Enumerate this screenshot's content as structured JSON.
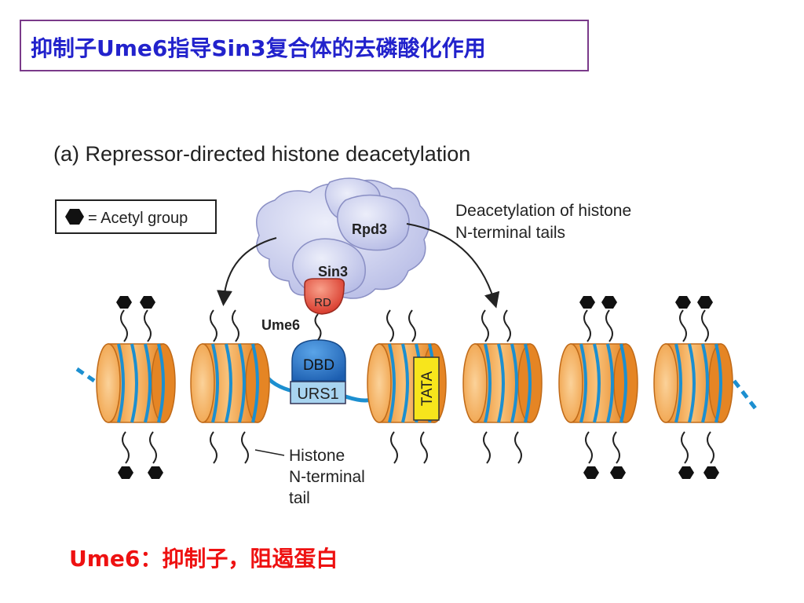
{
  "slide": {
    "title": "抑制子Ume6指导Sin3复合体的去磷酸化作用",
    "caption": "Ume6：抑制子，阻遏蛋白"
  },
  "diagram": {
    "heading": "(a)  Repressor-directed histone deacetylation",
    "legend": "= Acetyl group",
    "rpd3": "Rpd3",
    "sin3": "Sin3",
    "rd": "RD",
    "ume6": "Ume6",
    "dbd": "DBD",
    "urs1": "URS1",
    "tata": "TATA",
    "deacetylation_line1": "Deacetylation of histone",
    "deacetylation_line2": "N-terminal tails",
    "histone_line1": "Histone",
    "histone_line2": "N-terminal",
    "histone_line3": "tail"
  },
  "colors": {
    "title": "#2222cc",
    "caption": "#ee1111",
    "nucleosome": "#f4a84a",
    "dna": "#1c8fd0",
    "complex": "#c9cdee",
    "rd": "#e0473a",
    "dbd": "#2a6fc0",
    "urs1": "#a8d4f0",
    "tata": "#f7e51c"
  }
}
